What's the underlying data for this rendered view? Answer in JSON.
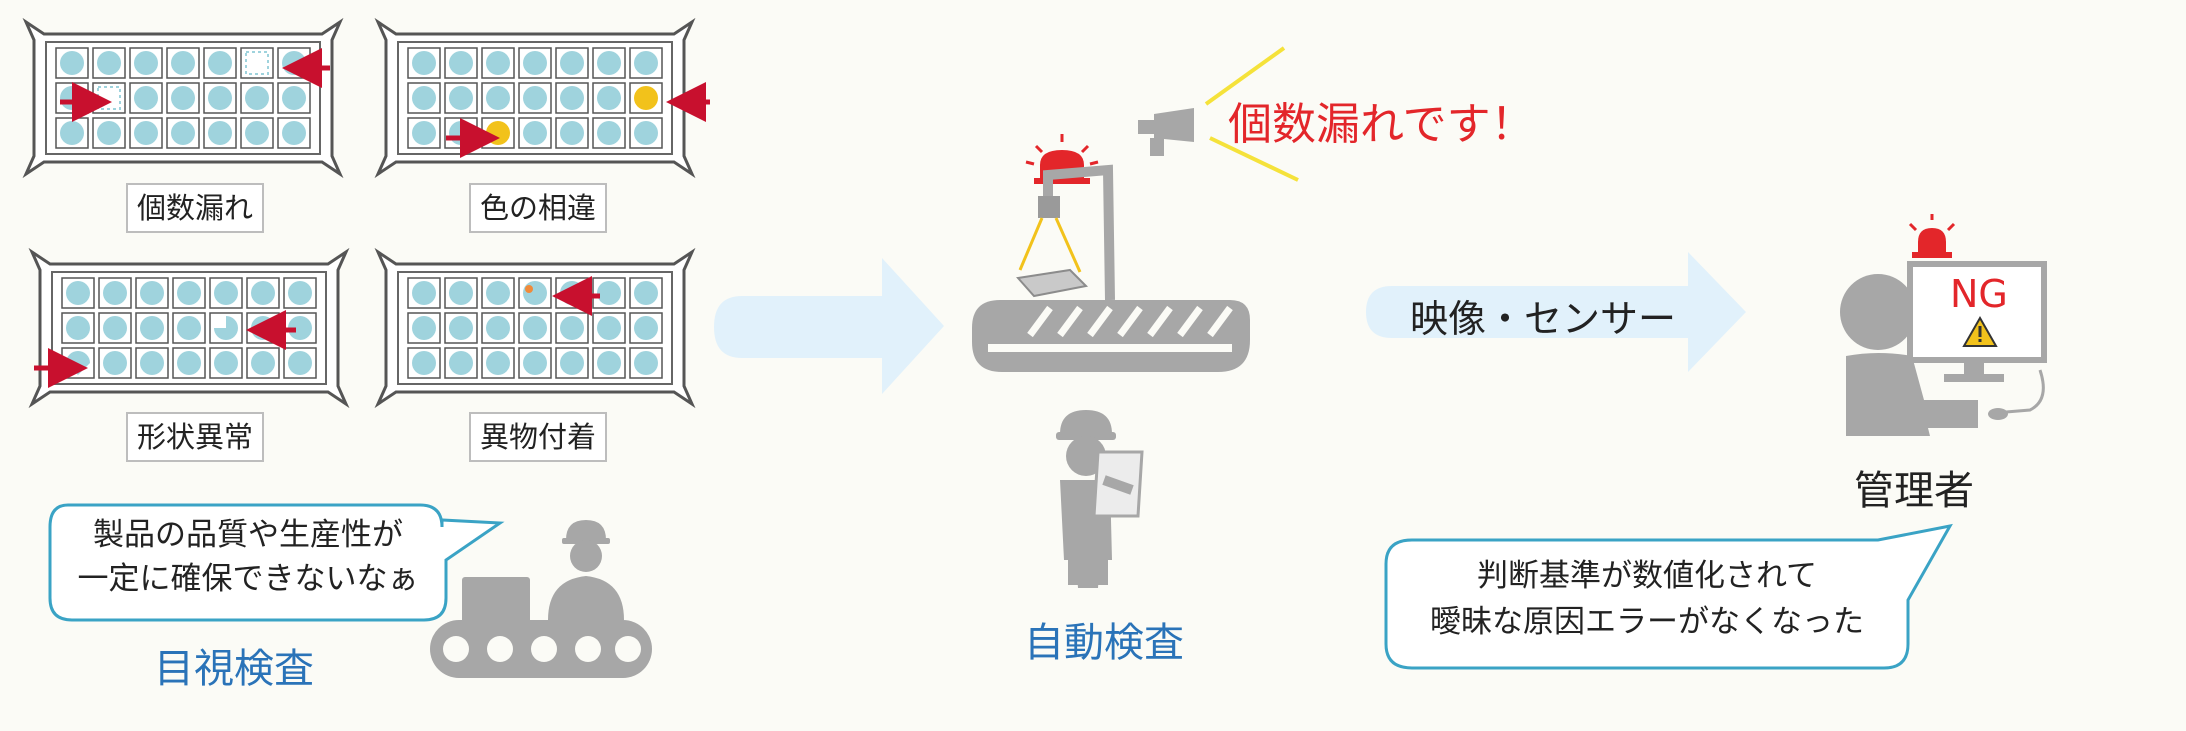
{
  "panels": {
    "missing_count": "個数漏れ",
    "color_diff": "色の相違",
    "shape_abnormal": "形状異常",
    "foreign_matter": "異物付着"
  },
  "left_bubble": {
    "line1": "製品の品質や生産性が",
    "line2": "一定に確保できないなぁ"
  },
  "visual_inspection": "目視検査",
  "alert_message": "個数漏れです！",
  "auto_inspection": "自動検査",
  "sensor_arrow_label": "映像・センサー",
  "monitor_text": "NG",
  "manager_label": "管理者",
  "right_bubble": {
    "line1": "判断基準が数値化されて",
    "line2": "曖昧な原因エラーがなくなった"
  },
  "colors": {
    "cell": "#9fd3dd",
    "wrong_color": "#f2c21b",
    "arrow_red": "#c8102e",
    "blue_text": "#2a73b8",
    "alert_red": "#e3262a",
    "gray": "#a7a7a7",
    "light_blue_arrow": "#e1f1fb"
  }
}
